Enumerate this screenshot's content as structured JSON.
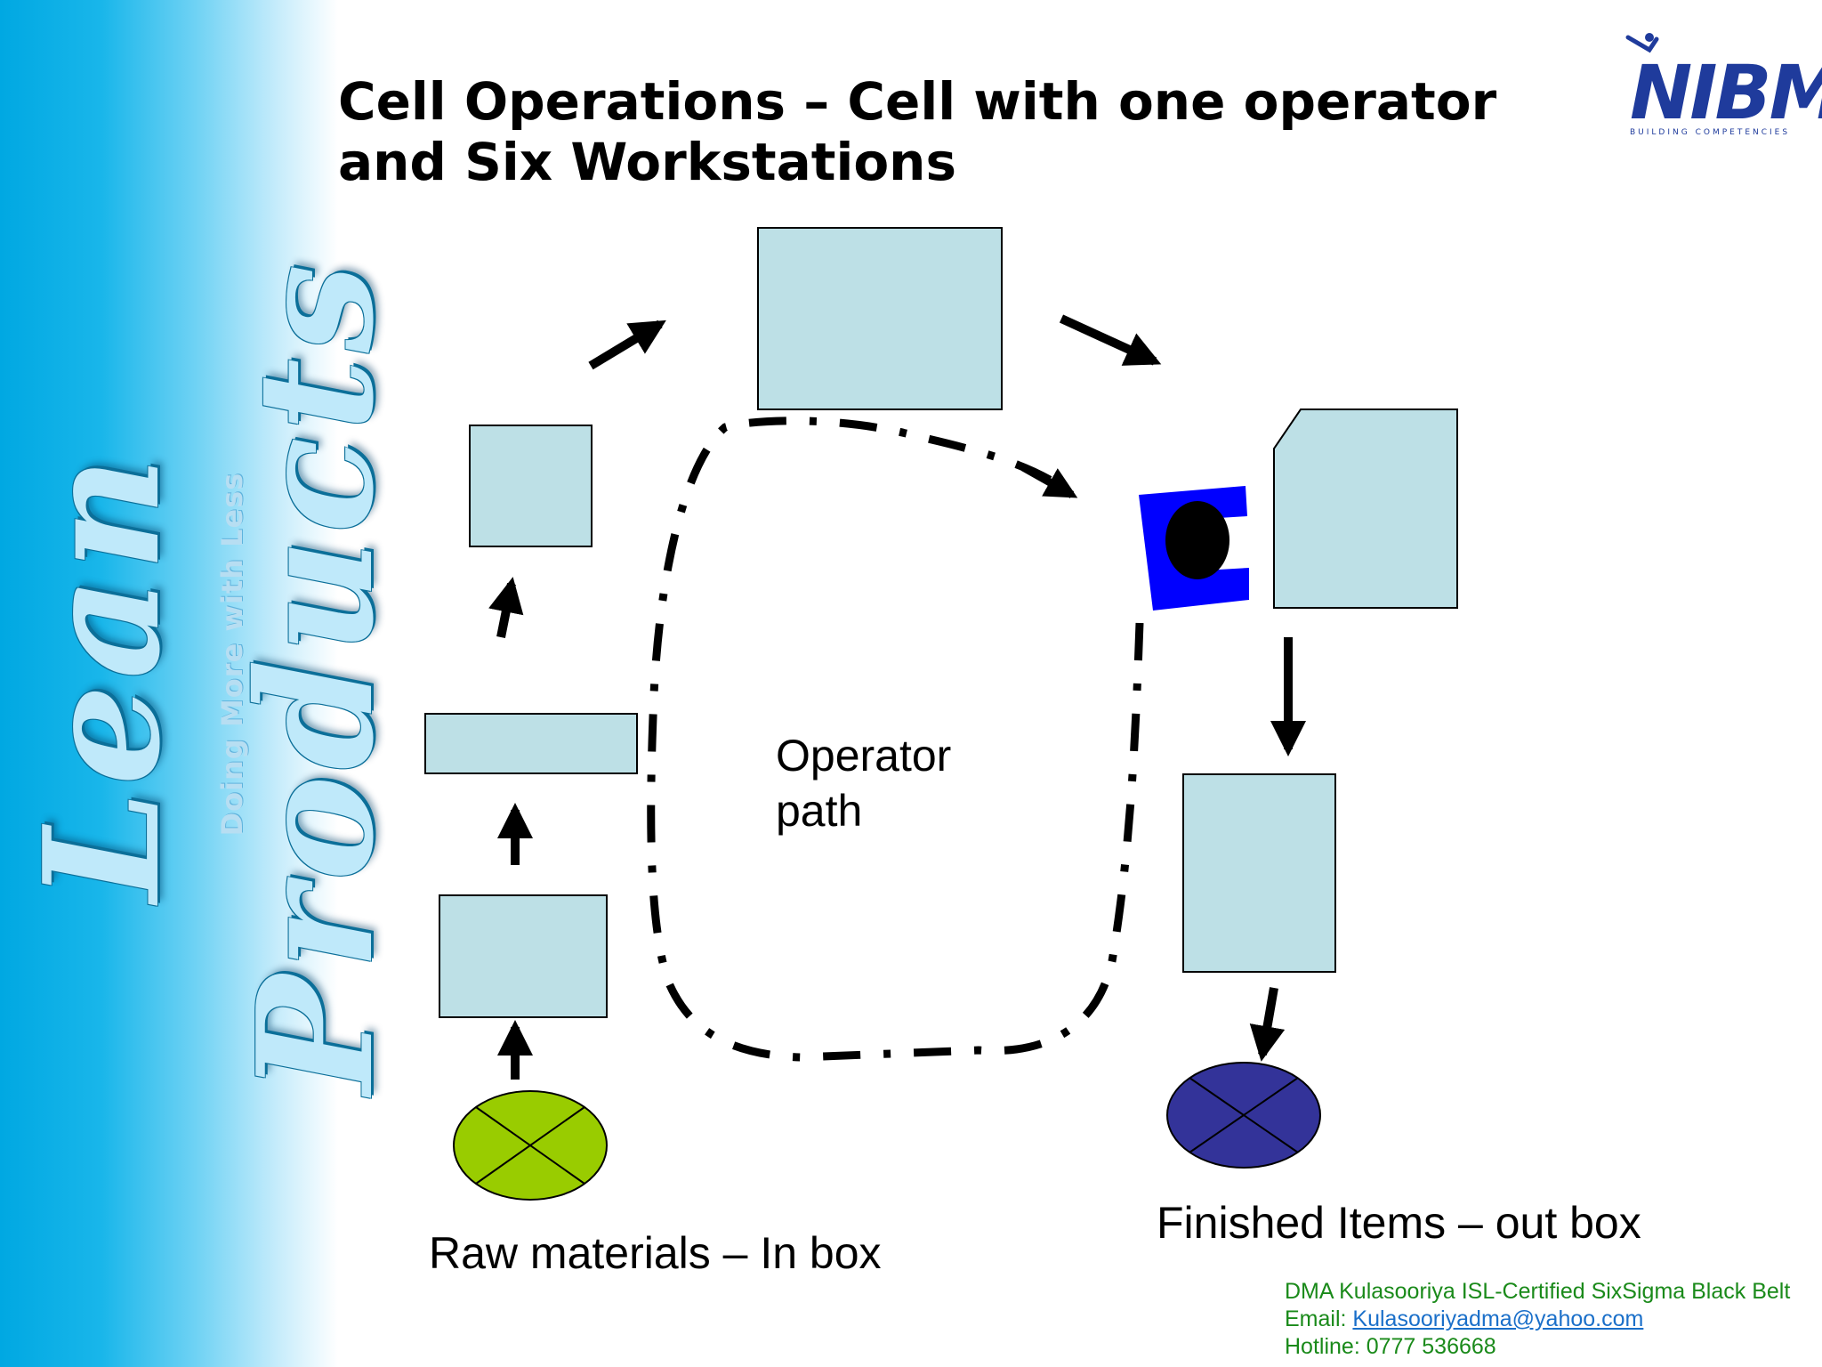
{
  "slide": {
    "title": "Cell Operations – Cell with one operator and Six Workstations",
    "sidebar_title": "Lean Products",
    "sidebar_tagline": "Doing More with Less"
  },
  "logo": {
    "name": "NIBM",
    "tagline": "BUILDING COMPETENCIES"
  },
  "diagram": {
    "operator_path_label": "Operator path",
    "in_box_label": "Raw materials – In box",
    "out_box_label": "Finished Items – out box",
    "colors": {
      "workstation_fill": "#bde0e6",
      "in_box_fill": "#99cc00",
      "out_box_fill": "#333399",
      "operator_marker": "#0000ff"
    }
  },
  "footer": {
    "author": "DMA Kulasooriya ISL-Certified SixSigma Black Belt",
    "email_label": "Email:",
    "email": "Kulasooriyadma@yahoo.com",
    "hotline": "Hotline: 0777 536668"
  }
}
